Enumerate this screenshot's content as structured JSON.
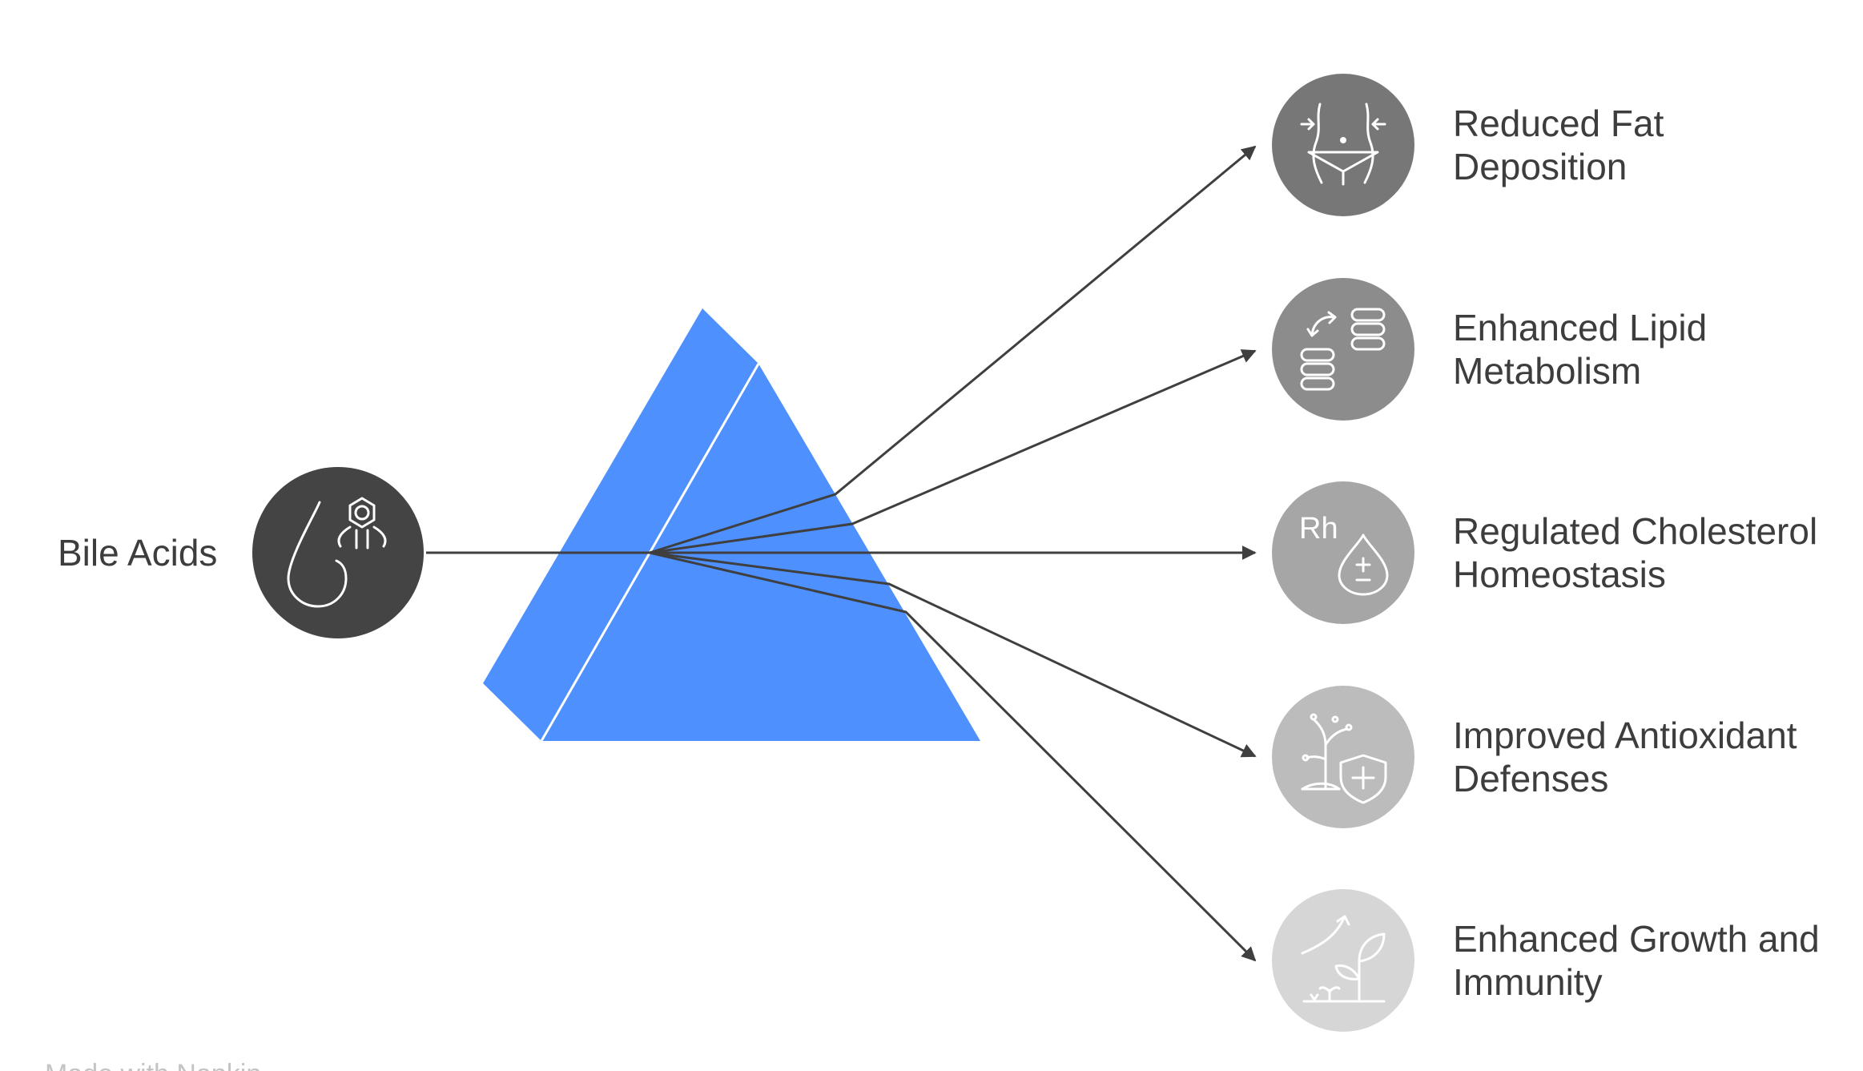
{
  "source": {
    "label": "Bile Acids",
    "icon": "bile-drop-molecule-icon",
    "color": "#444444"
  },
  "prism": {
    "color": "#4d90fe"
  },
  "outcomes": [
    {
      "line1": "Reduced Fat",
      "line2": "Deposition",
      "icon": "waist-slimming-icon",
      "color": "#777777"
    },
    {
      "line1": "Enhanced Lipid",
      "line2": "Metabolism",
      "icon": "lipid-exchange-icon",
      "color": "#8c8c8c"
    },
    {
      "line1": "Regulated Cholesterol",
      "line2": "Homeostasis",
      "icon": "rh-blood-drop-icon",
      "color": "#a6a6a6"
    },
    {
      "line1": "Improved Antioxidant",
      "line2": "Defenses",
      "icon": "plant-shield-icon",
      "color": "#bcbcbc"
    },
    {
      "line1": "Enhanced Growth and",
      "line2": "Immunity",
      "icon": "plant-growth-icon",
      "color": "#d6d6d6"
    }
  ],
  "footer": "Made with Napkin"
}
